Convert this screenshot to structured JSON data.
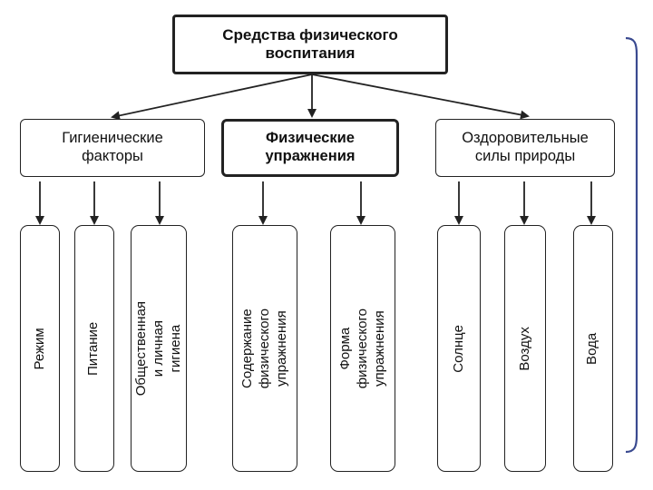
{
  "diagram": {
    "root": {
      "text": "Средства физического\nвоспитания"
    },
    "categories": [
      {
        "text": "Гигиенические\nфакторы",
        "emphasis": false,
        "children": [
          "Режим",
          "Питание",
          "Общественная\nи личная гигиена"
        ]
      },
      {
        "text": "Физические\nупражнения",
        "emphasis": true,
        "children": [
          "Содержание физического\nупражнения",
          "Форма физического\nупражнения"
        ]
      },
      {
        "text": "Оздоровительные\nсилы природы",
        "emphasis": false,
        "children": [
          "Солнце",
          "Воздух",
          "Вода"
        ]
      }
    ]
  },
  "colors": {
    "line": "#222222",
    "text": "#111111",
    "background": "#ffffff",
    "bracket": "#3a4a90"
  }
}
